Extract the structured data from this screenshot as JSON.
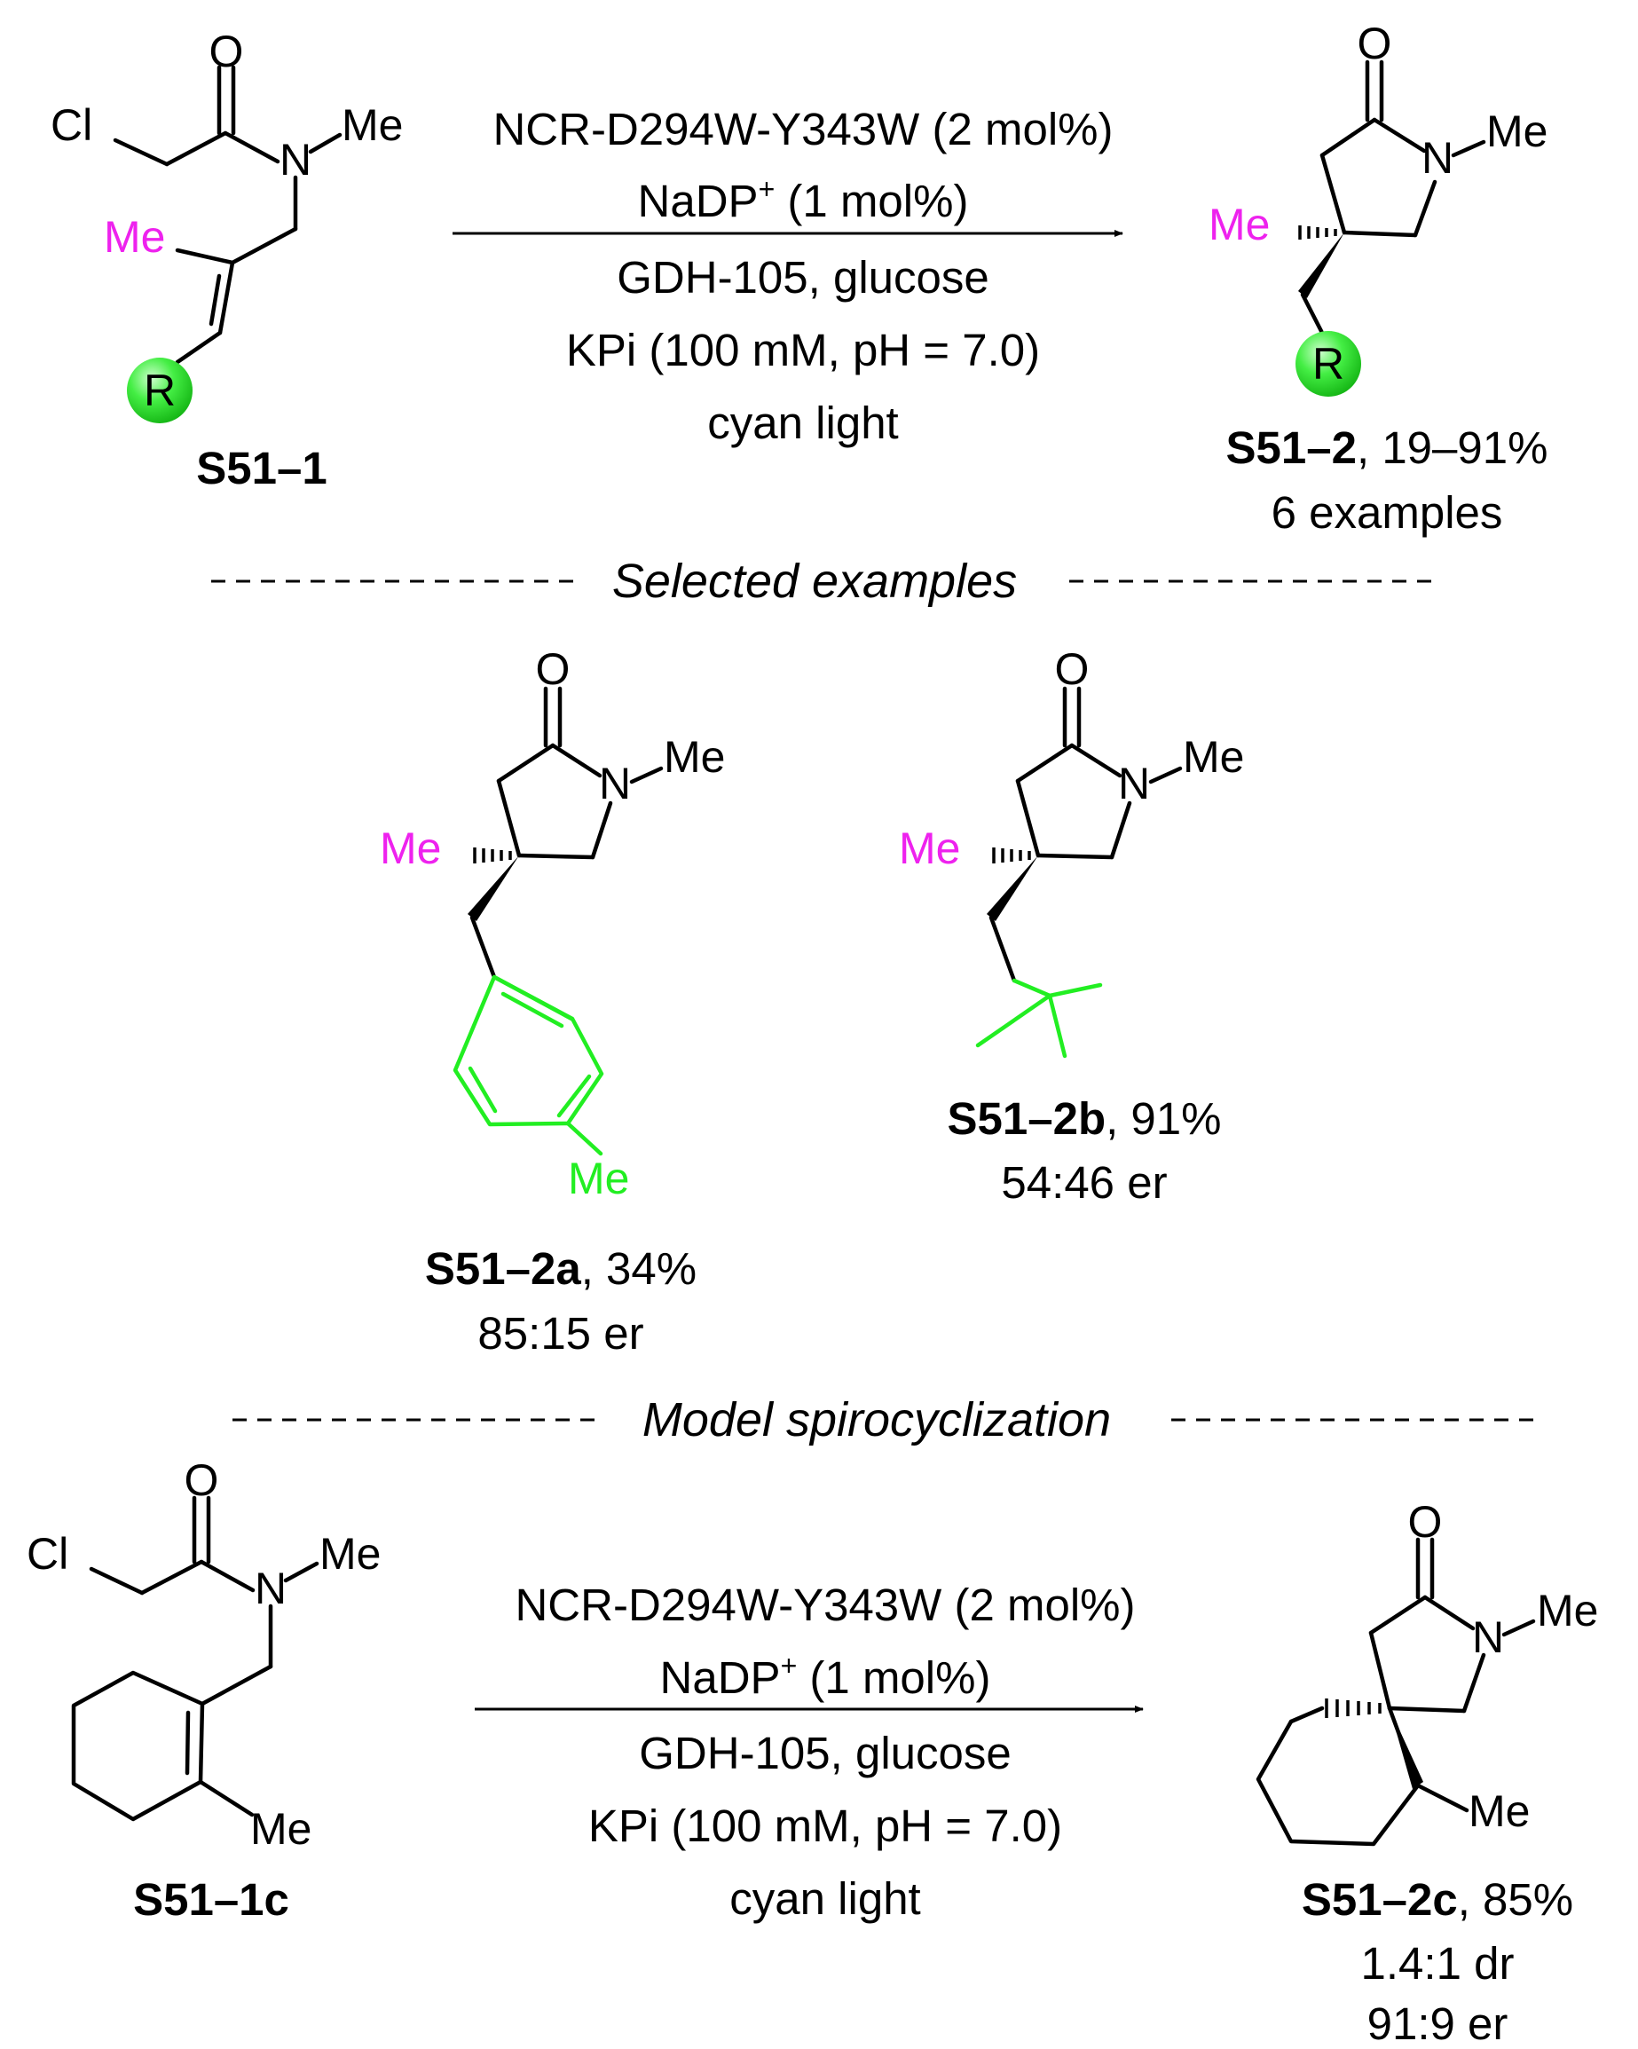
{
  "scheme1": {
    "reactant": {
      "label": "S51–1",
      "atoms": {
        "o": "O",
        "cl": "Cl",
        "n": "N",
        "me_n": "Me",
        "me_vinyl": "Me",
        "r": "R"
      }
    },
    "conditions": [
      "NCR-D294W-Y343W (2 mol%)",
      "NaDP",
      "+",
      " (1 mol%)",
      "GDH-105, glucose",
      "KPi (100 mM, pH = 7.0)",
      "cyan light"
    ],
    "product": {
      "label_bold": "S51–2",
      "yield": ", 19–91%",
      "examples": "6 examples",
      "atoms": {
        "o": "O",
        "n": "N",
        "me_n": "Me",
        "me_q": "Me",
        "r": "R"
      }
    }
  },
  "section_selected": "Selected examples",
  "examples": [
    {
      "label_bold": "S51–2a",
      "yield": ", 34%",
      "er": "85:15 er",
      "atoms": {
        "o": "O",
        "n": "N",
        "me_n": "Me",
        "me_q": "Me",
        "me_aryl": "Me"
      }
    },
    {
      "label_bold": "S51–2b",
      "yield": ", 91%",
      "er": "54:46 er",
      "atoms": {
        "o": "O",
        "n": "N",
        "me_n": "Me",
        "me_q": "Me"
      }
    }
  ],
  "section_model": "Model spirocyclization",
  "scheme2": {
    "reactant": {
      "label": "S51–1c",
      "atoms": {
        "o": "O",
        "cl": "Cl",
        "n": "N",
        "me_n": "Me",
        "me_ring": "Me"
      }
    },
    "conditions": [
      "NCR-D294W-Y343W (2 mol%)",
      "NaDP",
      "+",
      " (1 mol%)",
      "GDH-105, glucose",
      "KPi (100 mM, pH = 7.0)",
      "cyan light"
    ],
    "product": {
      "label_bold": "S51–2c",
      "yield": ", 85%",
      "dr": "1.4:1 dr",
      "er": "91:9 er",
      "atoms": {
        "o": "O",
        "n": "N",
        "me_n": "Me",
        "me_ring": "Me"
      }
    }
  },
  "colors": {
    "highlight_me": "#ee22ee",
    "r_group": "#22ee22",
    "bonds": "#000000"
  }
}
